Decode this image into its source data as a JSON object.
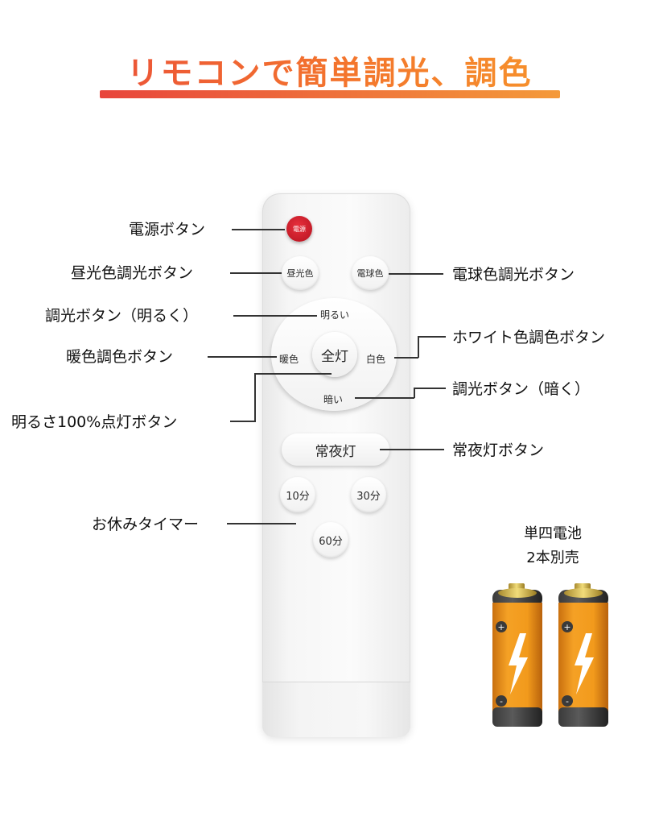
{
  "title": "リモコンで簡単調光、調色",
  "remote": {
    "power_label": "電源",
    "daylight_label": "昼光色",
    "bulb_label": "電球色",
    "brighter_label": "明るい",
    "warm_label": "暖色",
    "full_label": "全灯",
    "white_label": "白色",
    "darker_label": "暗い",
    "night_label": "常夜灯",
    "timer_10": "10分",
    "timer_30": "30分",
    "timer_60": "60分"
  },
  "callouts": {
    "power": "電源ボタン",
    "daylight": "昼光色調光ボタン",
    "bulb": "電球色調光ボタン",
    "brighter": "調光ボタン（明るく）",
    "warm": "暖色調色ボタン",
    "white": "ホワイト色調色ボタン",
    "full": "明るさ100%点灯ボタン",
    "darker": "調光ボタン（暗く）",
    "night": "常夜灯ボタン",
    "timer": "お休みタイマー"
  },
  "batteries": {
    "line1": "単四電池",
    "line2": "2本別売",
    "plus": "+",
    "minus": "-"
  },
  "colors": {
    "title_start": "#e8453c",
    "title_end": "#f7a12c",
    "power_red": "#d01e2b",
    "battery_orange": "#f29a1c"
  }
}
